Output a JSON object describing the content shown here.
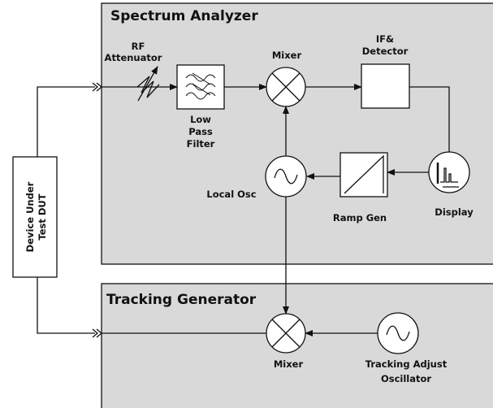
{
  "titles": {
    "spectrum_analyzer": "Spectrum Analyzer",
    "tracking_generator": "Tracking Generator"
  },
  "labels": {
    "dut_line1": "Device Under",
    "dut_line2": "Test DUT",
    "rf_line1": "RF",
    "rf_line2": "Attenuator",
    "lpf_line1": "Low",
    "lpf_line2": "Pass",
    "lpf_line3": "Filter",
    "mixer_top": "Mixer",
    "if_line1": "IF&",
    "if_line2": "Detector",
    "local_osc": "Local Osc",
    "ramp_gen": "Ramp Gen",
    "display": "Display",
    "mixer_bottom": "Mixer",
    "tracking_line1": "Tracking Adjust",
    "tracking_line2": "Oscillator"
  },
  "colors": {
    "panel": "#d9d9d9",
    "ink": "#111111",
    "block": "#ffffff"
  }
}
